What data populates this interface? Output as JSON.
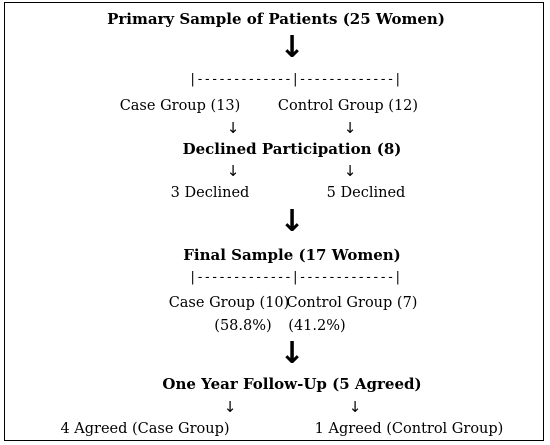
{
  "diagram": {
    "title": "Primary Sample of Patients (25 Women)",
    "split_line": "|-------------|-------------|",
    "primary_case": "Case Group (13)",
    "primary_control": "Control Group (12)",
    "declined_title": "Declined Participation (8)",
    "declined_case": "3 Declined",
    "declined_control": "5 Declined",
    "final_title": "Final Sample (17 Women)",
    "final_split_line": "|-------------|-------------|",
    "final_case": "Case Group (10)",
    "final_case_pct": "(58.8%)",
    "final_control": "Control Group (7)",
    "final_control_pct": "(41.2%)",
    "followup_title": "One Year Follow-Up (5 Agreed)",
    "agreed_case": "4 Agreed (Case Group)",
    "agreed_control": "1 Agreed (Control Group)"
  },
  "icons": {
    "big_arrow": "↓",
    "small_arrow": "↓"
  }
}
